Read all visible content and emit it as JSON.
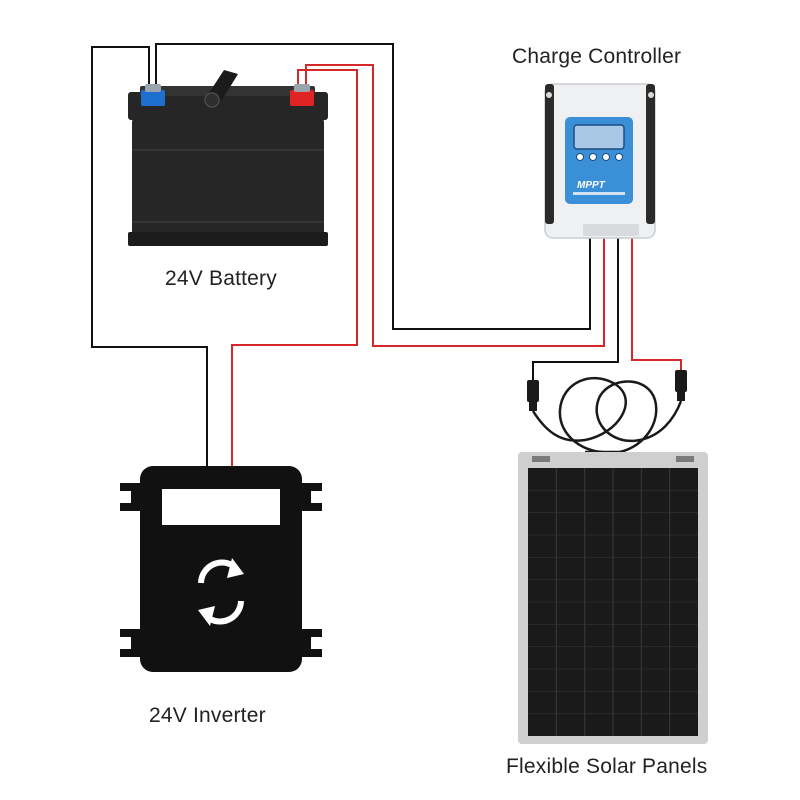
{
  "labels": {
    "charge_controller": "Charge Controller",
    "battery": "24V Battery",
    "inverter": "24V Inverter",
    "solar_panels": "Flexible Solar Panels"
  },
  "controller": {
    "badge_text": "MPPT"
  },
  "colors": {
    "positive_wire": "#d62828",
    "negative_wire": "#111111",
    "battery_body": "#262626",
    "terminal_positive": "#e02424",
    "terminal_negative": "#1f6fd1",
    "controller_body": "#eef0f2",
    "controller_face": "#3b8fd6",
    "controller_lcd": "#a9c8e6",
    "inverter_body": "#111111",
    "panel_cells": "#1a1a1a",
    "panel_frame": "#cfcfcf"
  },
  "icons": {
    "inverter_symbol": "sync-arrows-icon",
    "panel_cable": "mc4-cable-loop-icon"
  }
}
